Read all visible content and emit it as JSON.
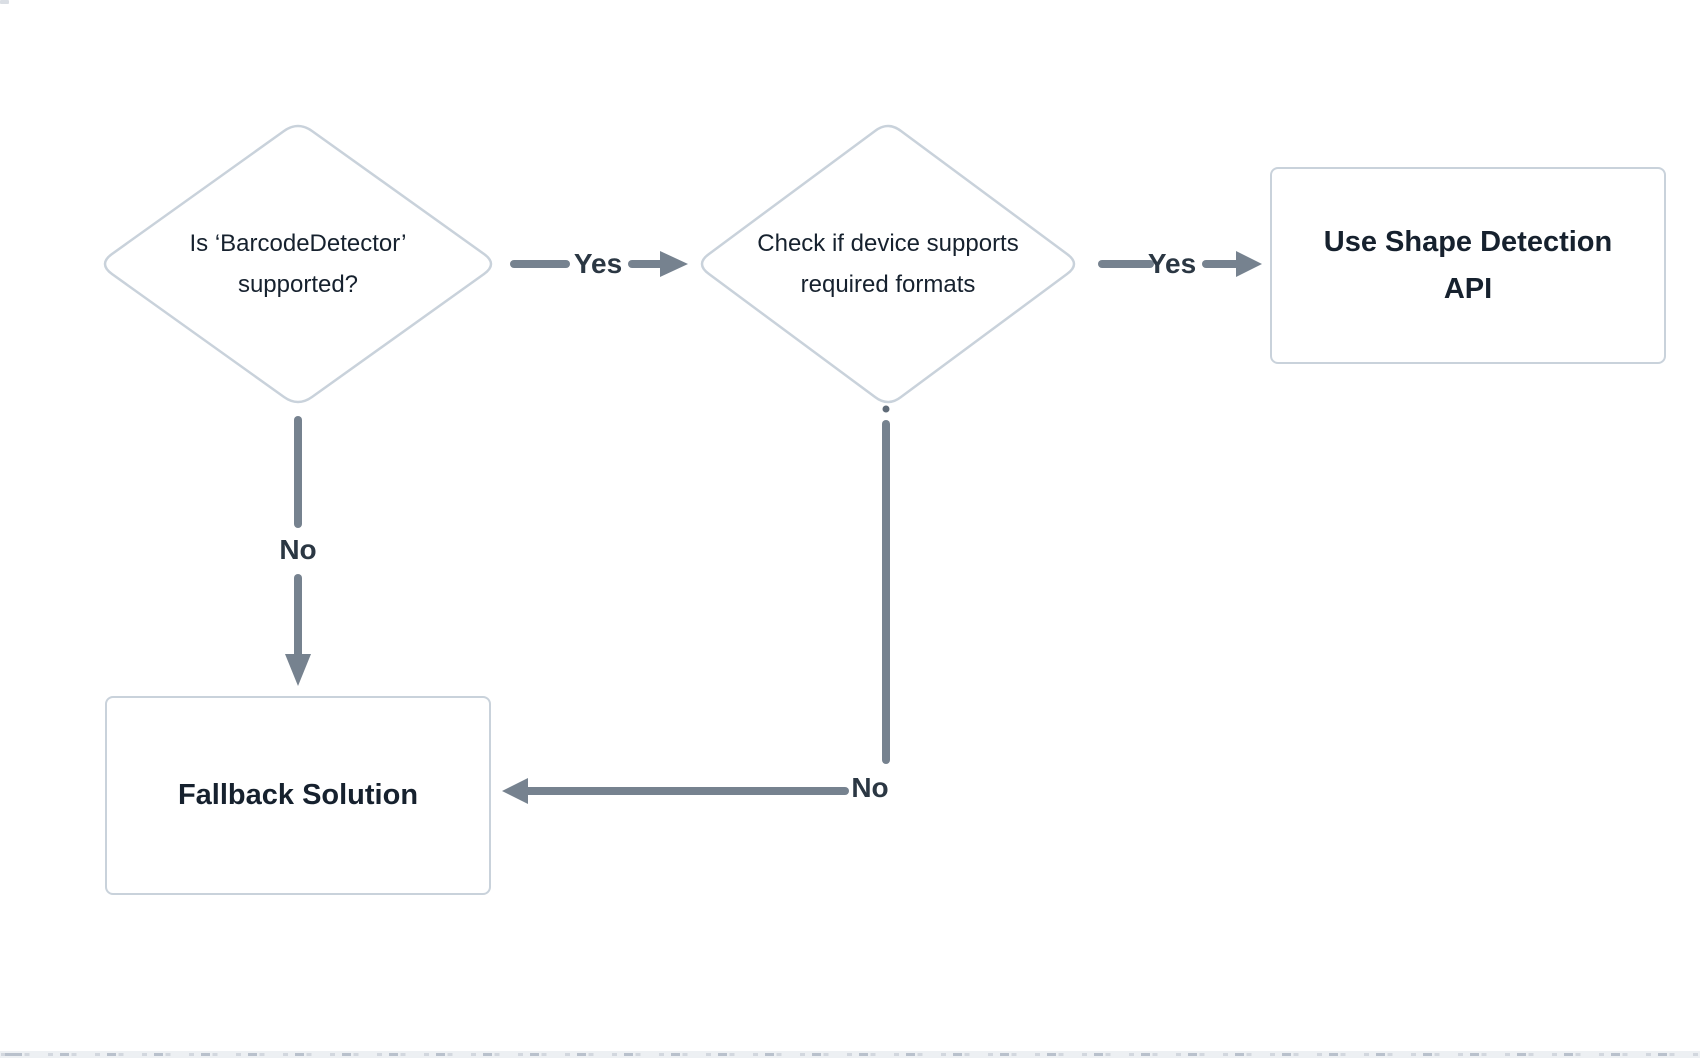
{
  "title": "Barcode detection support flowchart",
  "colors": {
    "canvas_bg": "#ffffff",
    "node_border": "#c9d2db",
    "node_fill": "#ffffff",
    "node_text": "#16212e",
    "edge": "#76828f",
    "edge_label_text": "#2b3743",
    "ruler_bg": "#edf0f3",
    "ruler_tick_small": "#d2d7de",
    "ruler_tick_big": "#b9c1cc"
  },
  "nodes": {
    "decision_barcode": {
      "type": "decision",
      "label": "Is ‘BarcodeDetector’\nsupported?"
    },
    "decision_formats": {
      "type": "decision",
      "label": "Check if device supports\nrequired formats"
    },
    "process_shape_detection": {
      "type": "process",
      "label": "Use Shape Detection\nAPI"
    },
    "process_fallback": {
      "type": "process",
      "label": "Fallback Solution"
    }
  },
  "edges": {
    "barcode_yes": {
      "from": "decision_barcode",
      "to": "decision_formats",
      "label": "Yes"
    },
    "formats_yes": {
      "from": "decision_formats",
      "to": "process_shape_detection",
      "label": "Yes"
    },
    "barcode_no": {
      "from": "decision_barcode",
      "to": "process_fallback",
      "label": "No"
    },
    "formats_no": {
      "from": "decision_formats",
      "to": "process_fallback",
      "label": "No"
    }
  }
}
